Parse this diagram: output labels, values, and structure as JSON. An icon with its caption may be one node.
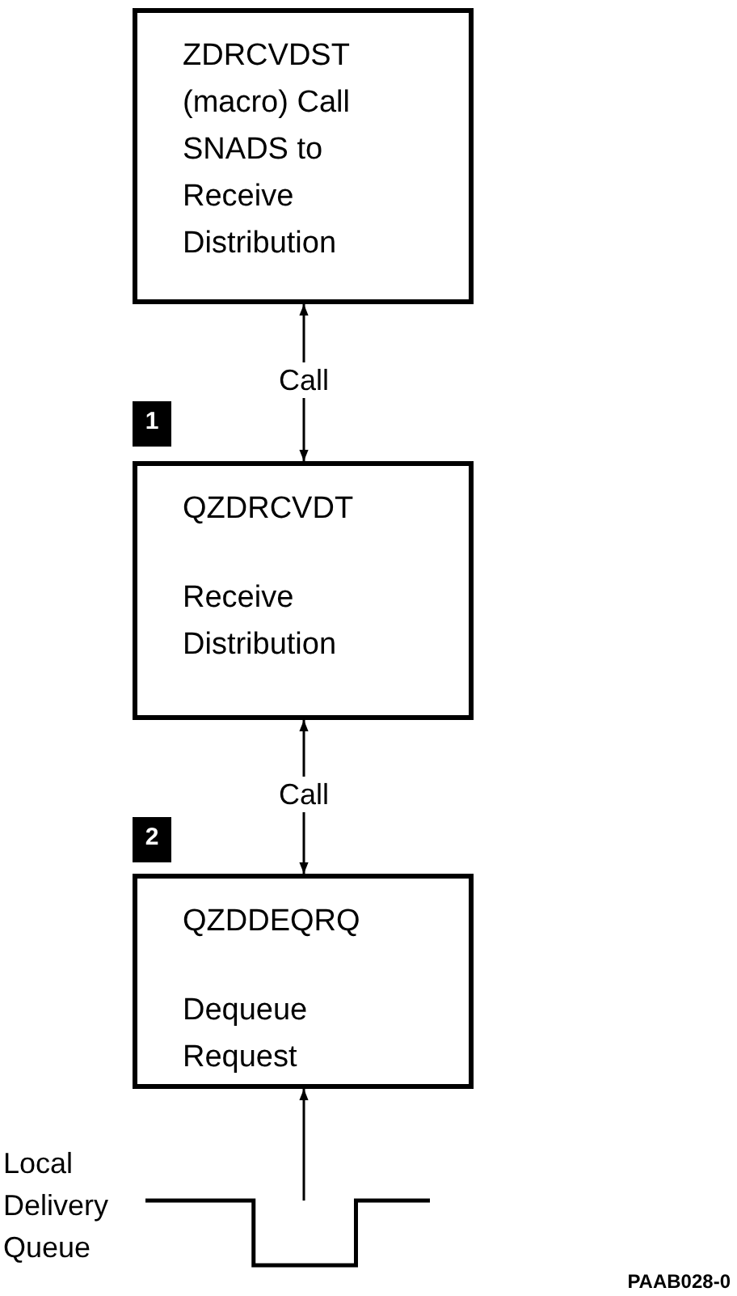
{
  "diagram": {
    "nodes": [
      {
        "text": [
          "ZDRCVDST (macro) Call SNADS to Receive Distribution"
        ]
      },
      {
        "text": [
          "QZDRCVDT",
          "Receive Distribution"
        ]
      },
      {
        "text": [
          "QZDDEQRQ",
          "Dequeue Request"
        ]
      },
      {
        "text": [],
        "shape": "queue",
        "beside": [
          "Local Delivery Queue"
        ]
      }
    ],
    "edges": [
      {
        "from": 0,
        "to": 1,
        "arrow": "both",
        "label": "Call"
      },
      {
        "from": 1,
        "to": 2,
        "arrow": "both",
        "label": "Call"
      },
      {
        "from": 3,
        "to": 2,
        "arrow": "to"
      }
    ],
    "labels": [
      "1",
      "2",
      "PAAB028-0"
    ]
  }
}
